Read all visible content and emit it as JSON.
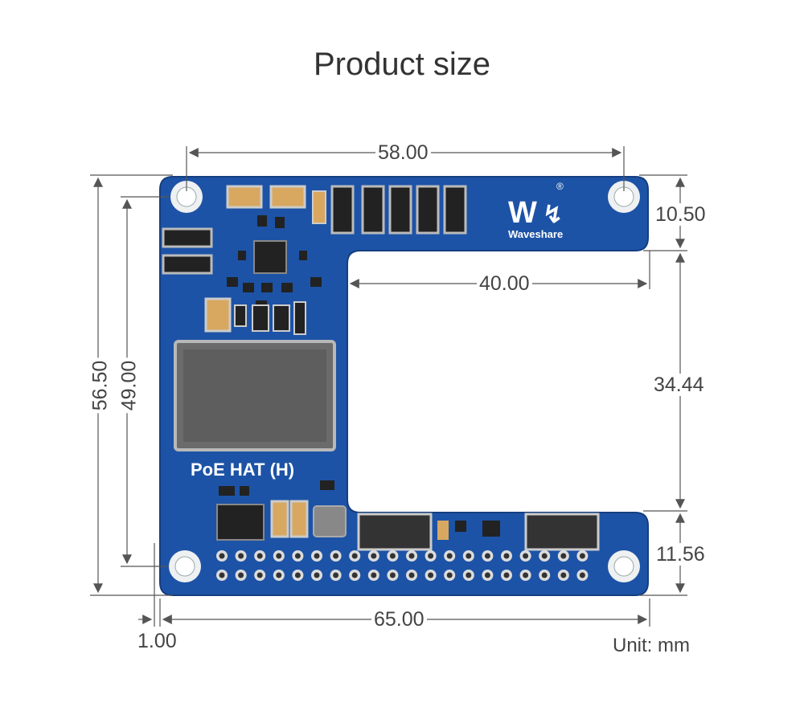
{
  "title": "Product size",
  "board": {
    "name": "PoE HAT (H)",
    "brand": "Waveshare",
    "color": "#1a4f9c",
    "hole_color": "#f2f2f2"
  },
  "dimensions": {
    "top_width": "58.00",
    "slot_width": "40.00",
    "total_width": "65.00",
    "edge_offset": "1.00",
    "total_height": "56.50",
    "hole_spacing_vertical": "49.00",
    "top_bar_height": "10.50",
    "slot_height": "34.44",
    "bottom_bar_height": "11.56"
  },
  "unit_label": "Unit: mm"
}
